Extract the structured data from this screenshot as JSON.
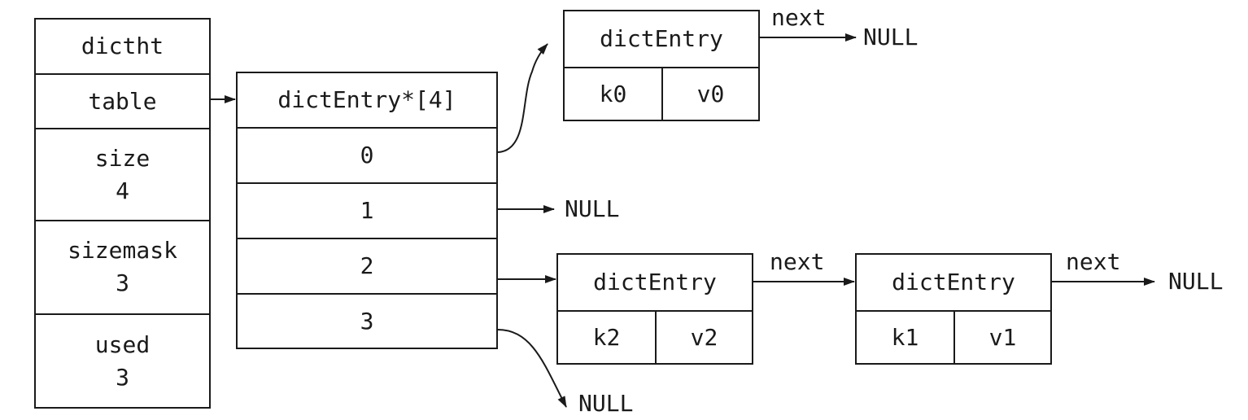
{
  "dictht": {
    "title": "dictht",
    "table": "table",
    "size": {
      "label": "size",
      "value": "4"
    },
    "sizemask": {
      "label": "sizemask",
      "value": "3"
    },
    "used": {
      "label": "used",
      "value": "3"
    }
  },
  "table_array": {
    "title": "dictEntry*[4]",
    "slots": [
      "0",
      "1",
      "2",
      "3"
    ]
  },
  "entries": {
    "e0": {
      "title": "dictEntry",
      "key": "k0",
      "value": "v0"
    },
    "e2": {
      "title": "dictEntry",
      "key": "k2",
      "value": "v2"
    },
    "e1": {
      "title": "dictEntry",
      "key": "k1",
      "value": "v1"
    }
  },
  "labels": {
    "next": "next",
    "null": "NULL"
  }
}
